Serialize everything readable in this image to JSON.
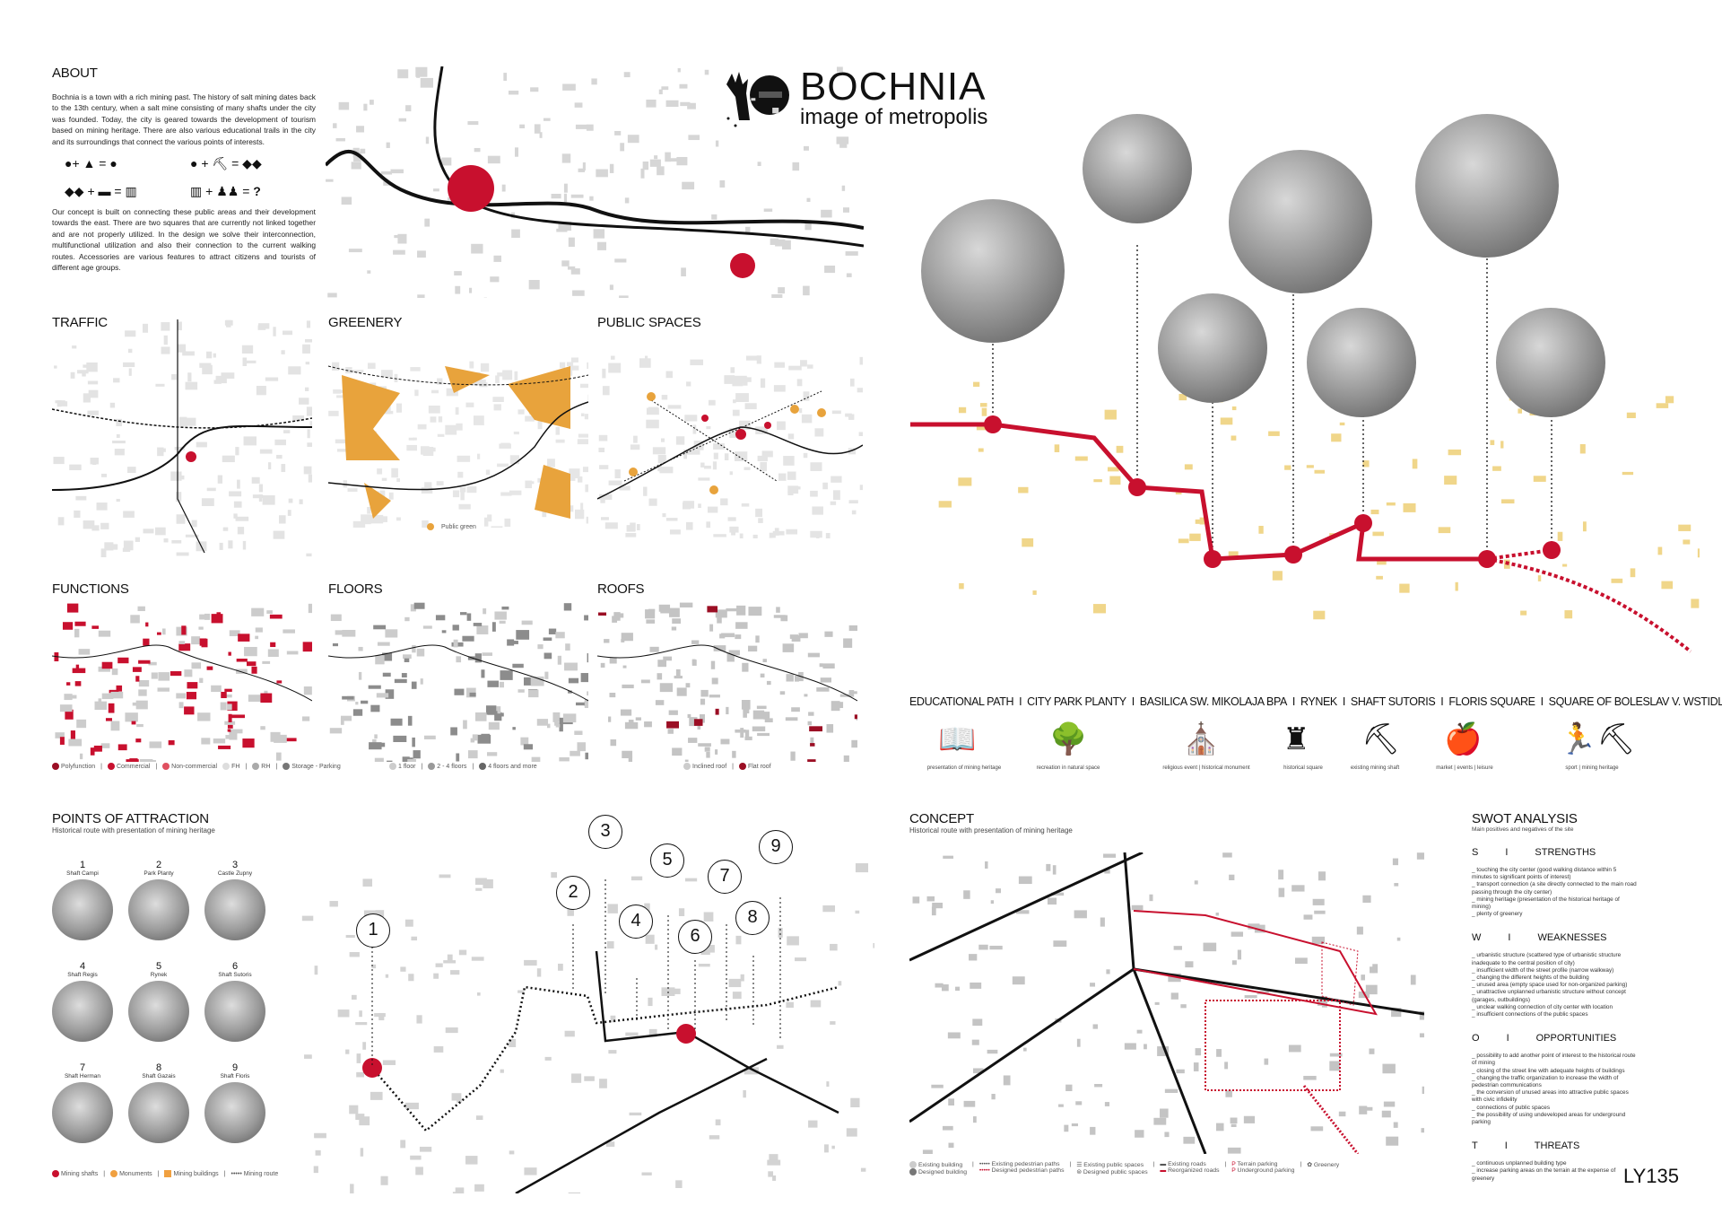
{
  "title": {
    "main": "BOCHNIA",
    "sub": "image of metropolis"
  },
  "about": {
    "heading": "ABOUT",
    "p1": "Bochnia is a town with a rich mining past. The history of salt mining dates back to the 13th century, when a salt mine consisting of many shafts under the city was founded. Today, the city is geared towards the development of tourism based on mining heritage. There are also various educational trails in the city and its surroundings that connect the various points of interests.",
    "p2": "Our concept is built on connecting these public areas and their development towards the east. There are two squares that are currently not linked together and are not properly utilized. In the design we solve their interconnection, multifunctional utilization and also their connection to the current walking routes. Accessories are various features to attract citizens and tourists of different age groups.",
    "equations": [
      [
        "+",
        "=",
        "+",
        "="
      ],
      [
        "+",
        "=",
        "+",
        "=",
        "?"
      ]
    ]
  },
  "analysis": {
    "traffic": "TRAFFIC",
    "greenery": "GREENERY",
    "greenery_legend": "Public green",
    "public_spaces": "PUBLIC SPACES",
    "functions": "FUNCTIONS",
    "functions_legend": [
      "Polyfunction",
      "Commercial",
      "Non-commercial",
      "FH",
      "RH",
      "Storage - Parking"
    ],
    "floors": "FLOORS",
    "floors_legend": [
      "1 floor",
      "2 - 4 floors",
      "4 floors and more"
    ],
    "roofs": "ROOFS",
    "roofs_legend": [
      "Inclined roof",
      "Flat roof"
    ]
  },
  "route": {
    "labels": [
      "EDUCATIONAL PATH",
      "CITY PARK PLANTY",
      "BASILICA SW. MIKOLAJA BPA",
      "RYNEK",
      "SHAFT SUTORIS",
      "FLORIS SQUARE",
      "SQUARE OF BOLESLAV V. WSTIDLIVÝ"
    ],
    "separator": "I",
    "icons": [
      {
        "icon": "book-icon",
        "caption": "presentation of mining heritage"
      },
      {
        "icon": "trees-icon",
        "caption": "recreation in natural space"
      },
      {
        "icon": "church-icon",
        "caption": "religious event  |  historical monument"
      },
      {
        "icon": "square-statue-icon",
        "caption": "historical square"
      },
      {
        "icon": "pickaxe-icon",
        "caption": "existing mining shaft"
      },
      {
        "icon": "vegetables-icon",
        "caption": "market  |  events  |  leisure"
      },
      {
        "icon": "runner-pickaxe-icon",
        "caption": "sport  |  mining heritage"
      }
    ]
  },
  "poi": {
    "heading": "POINTS OF ATTRACTION",
    "subtitle": "Historical route with presentation of mining heritage",
    "items": [
      {
        "n": "1",
        "label": "Shaft Campi"
      },
      {
        "n": "2",
        "label": "Park Planty"
      },
      {
        "n": "3",
        "label": "Castle Zupny"
      },
      {
        "n": "4",
        "label": "Shaft Regis"
      },
      {
        "n": "5",
        "label": "Rynek"
      },
      {
        "n": "6",
        "label": "Shaft Sutoris"
      },
      {
        "n": "7",
        "label": "Shaft Herman"
      },
      {
        "n": "8",
        "label": "Shaft Gazais"
      },
      {
        "n": "9",
        "label": "Shaft Floris"
      }
    ],
    "legend": [
      "Mining shafts",
      "Monuments",
      "Mining buildings",
      "Mining route"
    ]
  },
  "concept": {
    "heading": "CONCEPT",
    "subtitle": "Historical route with presentation of mining heritage",
    "legend": [
      "Existing building",
      "Designed building",
      "Existing pedestrian paths",
      "Designed pedestrian paths",
      "Existing public spaces",
      "Designed public spaces",
      "Existing roads",
      "Reorganized roads",
      "Terrain parking",
      "Underground parking",
      "Greenery"
    ],
    "parking_letter": "P"
  },
  "swot": {
    "heading": "SWOT ANALYSIS",
    "subtitle": "Main positives and negatives of the site",
    "sep": "I",
    "sections": [
      {
        "letter": "S",
        "title": "STRENGTHS",
        "text": "_ touching the city center (good walking distance within 5 minutes to significant points of interest)\n_ transport connection (a site directly connected to the main road passing through the city center)\n_ mining heritage (presentation of the historical heritage of mining)\n_ plenty of greenery"
      },
      {
        "letter": "W",
        "title": "WEAKNESSES",
        "text": "_ urbanistic structure (scattered type of urbanistic structure inadequate to the central position of city)\n_ insufficient width of the street profile (narrow walkway)\n_ changing the different heights of the building\n_ unused area (empty space used for non-organized parking)\n_ unattractive unplanned urbanistic structure without concept (garages, outbuildings)\n_ unclear walking connection of city center with location\n_ insufficient connections of the public spaces"
      },
      {
        "letter": "O",
        "title": "OPPORTUNITIES",
        "text": "_ possibility to add another point of interest to the historical route of mining\n_ closing of the street line with adequate heights of buildings\n_ changing the traffic organization to increase the width of pedestrian communications\n_ the conversion of unused areas into attractive public spaces with civic infidelity\n_ connections of public spaces\n_ the possibility of using undeveloped areas for underground parking"
      },
      {
        "letter": "T",
        "title": "THREATS",
        "text": "_ continuous unplanned building type\n_ increase parking areas on the terrain at the expense of greenery"
      }
    ]
  },
  "code": "LY135",
  "colors": {
    "red": "#c8102e",
    "orange": "#e8a33c",
    "gray": "#bdbdbd",
    "dark": "#111111"
  }
}
